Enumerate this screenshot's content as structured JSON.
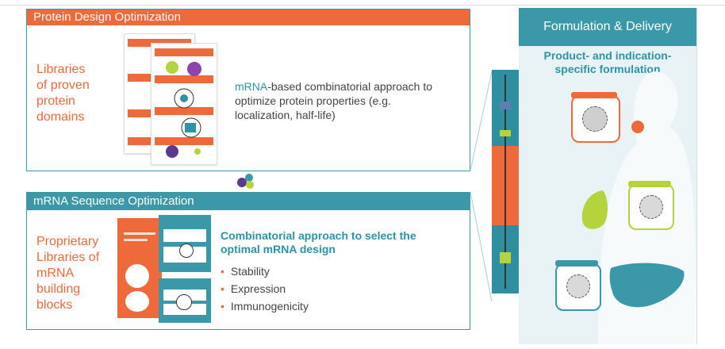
{
  "protein_panel": {
    "title": "Protein Design Optimization",
    "left_text": [
      "Libraries",
      "of proven",
      "protein",
      "domains"
    ],
    "desc_highlight": "mRNA",
    "desc_rest_line1": "-based combinatorial approach to",
    "desc_line2": "optimize protein properties (e.g.",
    "desc_line3": "localization, half-life)"
  },
  "sequence_panel": {
    "title": "mRNA Sequence Optimization",
    "left_text": [
      "Proprietary",
      "Libraries of",
      "mRNA",
      "building",
      "blocks"
    ],
    "heading_line1": "Combinatorial approach to select the",
    "heading_line2": "optimal mRNA design",
    "bullets": [
      "Stability",
      "Expression",
      "Immunogenicity"
    ]
  },
  "formulation_panel": {
    "title": "Formulation & Delivery",
    "subtitle_line1": "Product- and indication-",
    "subtitle_line2": "specific formulation"
  },
  "colors": {
    "orange": "#ef6a3a",
    "teal": "#3a98a8",
    "light_teal_bg": "#e9f3f5",
    "lime": "#b5d33d"
  }
}
